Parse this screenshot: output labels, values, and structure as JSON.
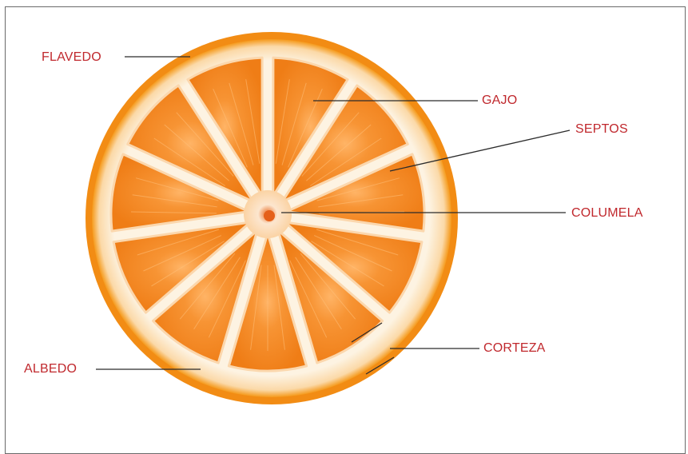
{
  "diagram": {
    "label_color": "#c0282d",
    "line_color": "#2b2b2b",
    "colors": {
      "flavedo": "#f28c14",
      "albedo": "#fdf1dc",
      "pulp": "#f5891e",
      "pulp_dark": "#e8730f",
      "columella": "#fbe3c8"
    },
    "labels": {
      "flavedo": "FLAVEDO",
      "gajo": "GAJO",
      "septos": "SEPTOS",
      "columela": "COLUMELA",
      "corteza": "CORTEZA",
      "albedo": "ALBEDO"
    }
  }
}
